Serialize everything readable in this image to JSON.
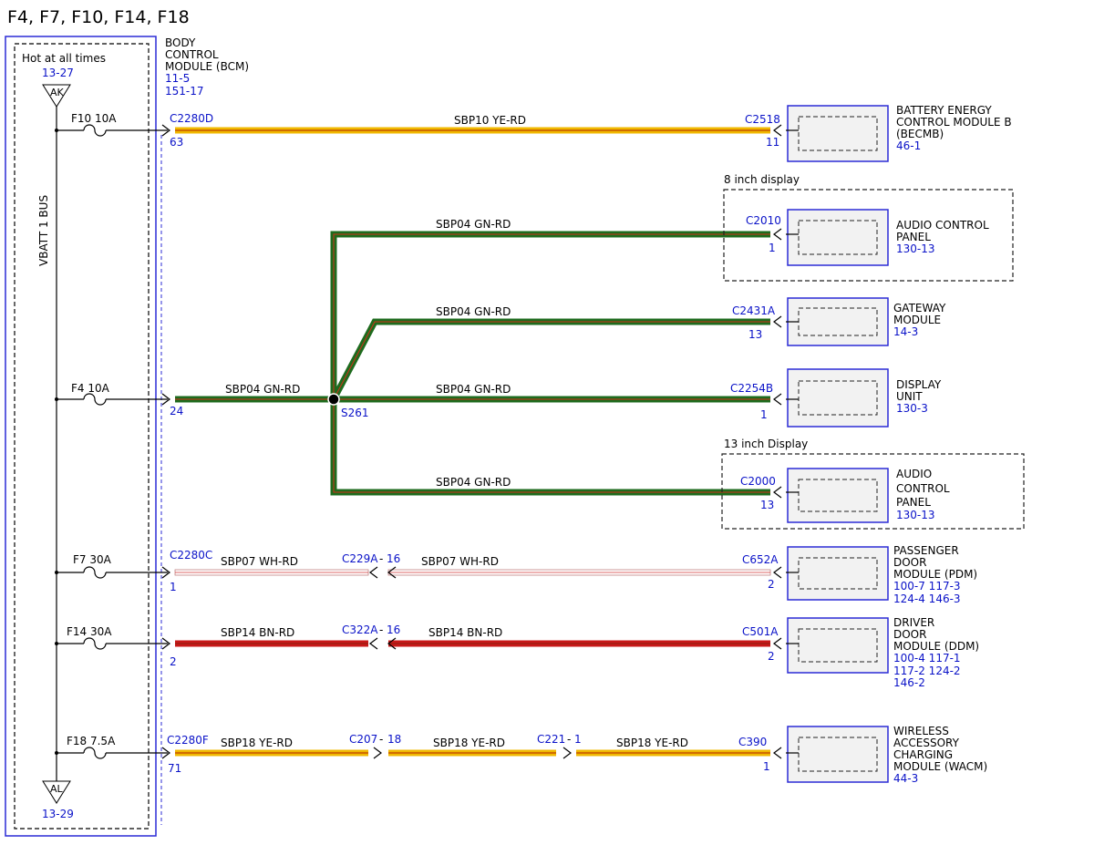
{
  "title": "F4, F7, F10, F14, F18",
  "colors": {
    "yellow_red": "#f0b800",
    "green_red": "#1e6b1e",
    "white_red": "#ffffff",
    "brown_red": "#c81818",
    "label_blue": "#0a12c8",
    "box_blue": "#2b2bd6"
  },
  "bcm": {
    "hot_label": "Hot at all times",
    "name_lines": [
      "BODY",
      "CONTROL",
      "MODULE (BCM)"
    ],
    "refs": [
      "11-5",
      "151-17"
    ],
    "bus_label": "VBATT 1 BUS",
    "top_terminal": {
      "letter": "AK",
      "ref": "13-27"
    },
    "bottom_terminal": {
      "letter": "AL",
      "ref": "13-29"
    }
  },
  "fuses": [
    {
      "label": "F10 10A"
    },
    {
      "label": "F4  10A"
    },
    {
      "label": "F7    30A"
    },
    {
      "label": "F14  30A"
    },
    {
      "label": "F18  7.5A"
    }
  ],
  "connectors": {
    "bcm_f10": {
      "name": "C2280D",
      "pin": "63"
    },
    "bcm_f4": {
      "pin": "24"
    },
    "bcm_f7": {
      "name": "C2280C",
      "pin": "1"
    },
    "bcm_f14": {
      "pin": "2"
    },
    "bcm_f18": {
      "name": "C2280F",
      "pin": "71"
    },
    "becmb": {
      "name": "C2518",
      "pin": "11"
    },
    "acp8": {
      "name": "C2010",
      "pin": "1"
    },
    "gateway": {
      "name": "C2431A",
      "pin": "13"
    },
    "display": {
      "name": "C2254B",
      "pin": "1"
    },
    "acp13": {
      "name": "C2000",
      "pin": "13"
    },
    "inline_f7": {
      "name": "C229A",
      "pin": "16"
    },
    "pdm": {
      "name": "C652A",
      "pin": "2"
    },
    "inline_f14": {
      "name": "C322A",
      "pin": "16"
    },
    "ddm": {
      "name": "C501A",
      "pin": "2"
    },
    "inline_f18a": {
      "name": "C207",
      "pin": "18"
    },
    "inline_f18b": {
      "name": "C221",
      "pin": "1"
    },
    "wacm": {
      "name": "C390",
      "pin": "1"
    }
  },
  "wires": {
    "f10": "SBP10  YE-RD",
    "f4_main": "SBP04  GN-RD",
    "f4_acp8": "SBP04  GN-RD",
    "f4_gateway": "SBP04  GN-RD",
    "f4_display": "SBP04  GN-RD",
    "f4_acp13": "SBP04  GN-RD",
    "f7_a": "SBP07  WH-RD",
    "f7_b": "SBP07  WH-RD",
    "f14_a": "SBP14  BN-RD",
    "f14_b": "SBP14  BN-RD",
    "f18_a": "SBP18  YE-RD",
    "f18_b": "SBP18  YE-RD",
    "f18_c": "SBP18  YE-RD"
  },
  "splice": {
    "name": "S261"
  },
  "groups": {
    "display8": "8 inch display",
    "display13": "13 inch Display"
  },
  "modules": {
    "becmb": {
      "lines": [
        "BATTERY ENERGY",
        "CONTROL MODULE B",
        "(BECMB)"
      ],
      "refs": [
        "46-1"
      ]
    },
    "acp8": {
      "lines": [
        "AUDIO CONTROL",
        "PANEL"
      ],
      "refs": [
        "130-13"
      ]
    },
    "gateway": {
      "lines": [
        "GATEWAY",
        "MODULE"
      ],
      "refs": [
        "14-3"
      ]
    },
    "display": {
      "lines": [
        "DISPLAY",
        "UNIT"
      ],
      "refs": [
        "130-3"
      ]
    },
    "acp13": {
      "lines": [
        "AUDIO",
        "CONTROL",
        "PANEL"
      ],
      "refs": [
        "130-13"
      ]
    },
    "pdm": {
      "lines": [
        "PASSENGER",
        "DOOR",
        "MODULE (PDM)"
      ],
      "refs": [
        "100-7 117-3",
        "124-4 146-3"
      ]
    },
    "ddm": {
      "lines": [
        "DRIVER",
        "DOOR",
        "MODULE (DDM)"
      ],
      "refs": [
        "100-4 117-1",
        "117-2 124-2",
        "146-2"
      ]
    },
    "wacm": {
      "lines": [
        "WIRELESS",
        "ACCESSORY",
        "CHARGING",
        "MODULE (WACM)"
      ],
      "refs": [
        "44-3"
      ]
    }
  }
}
